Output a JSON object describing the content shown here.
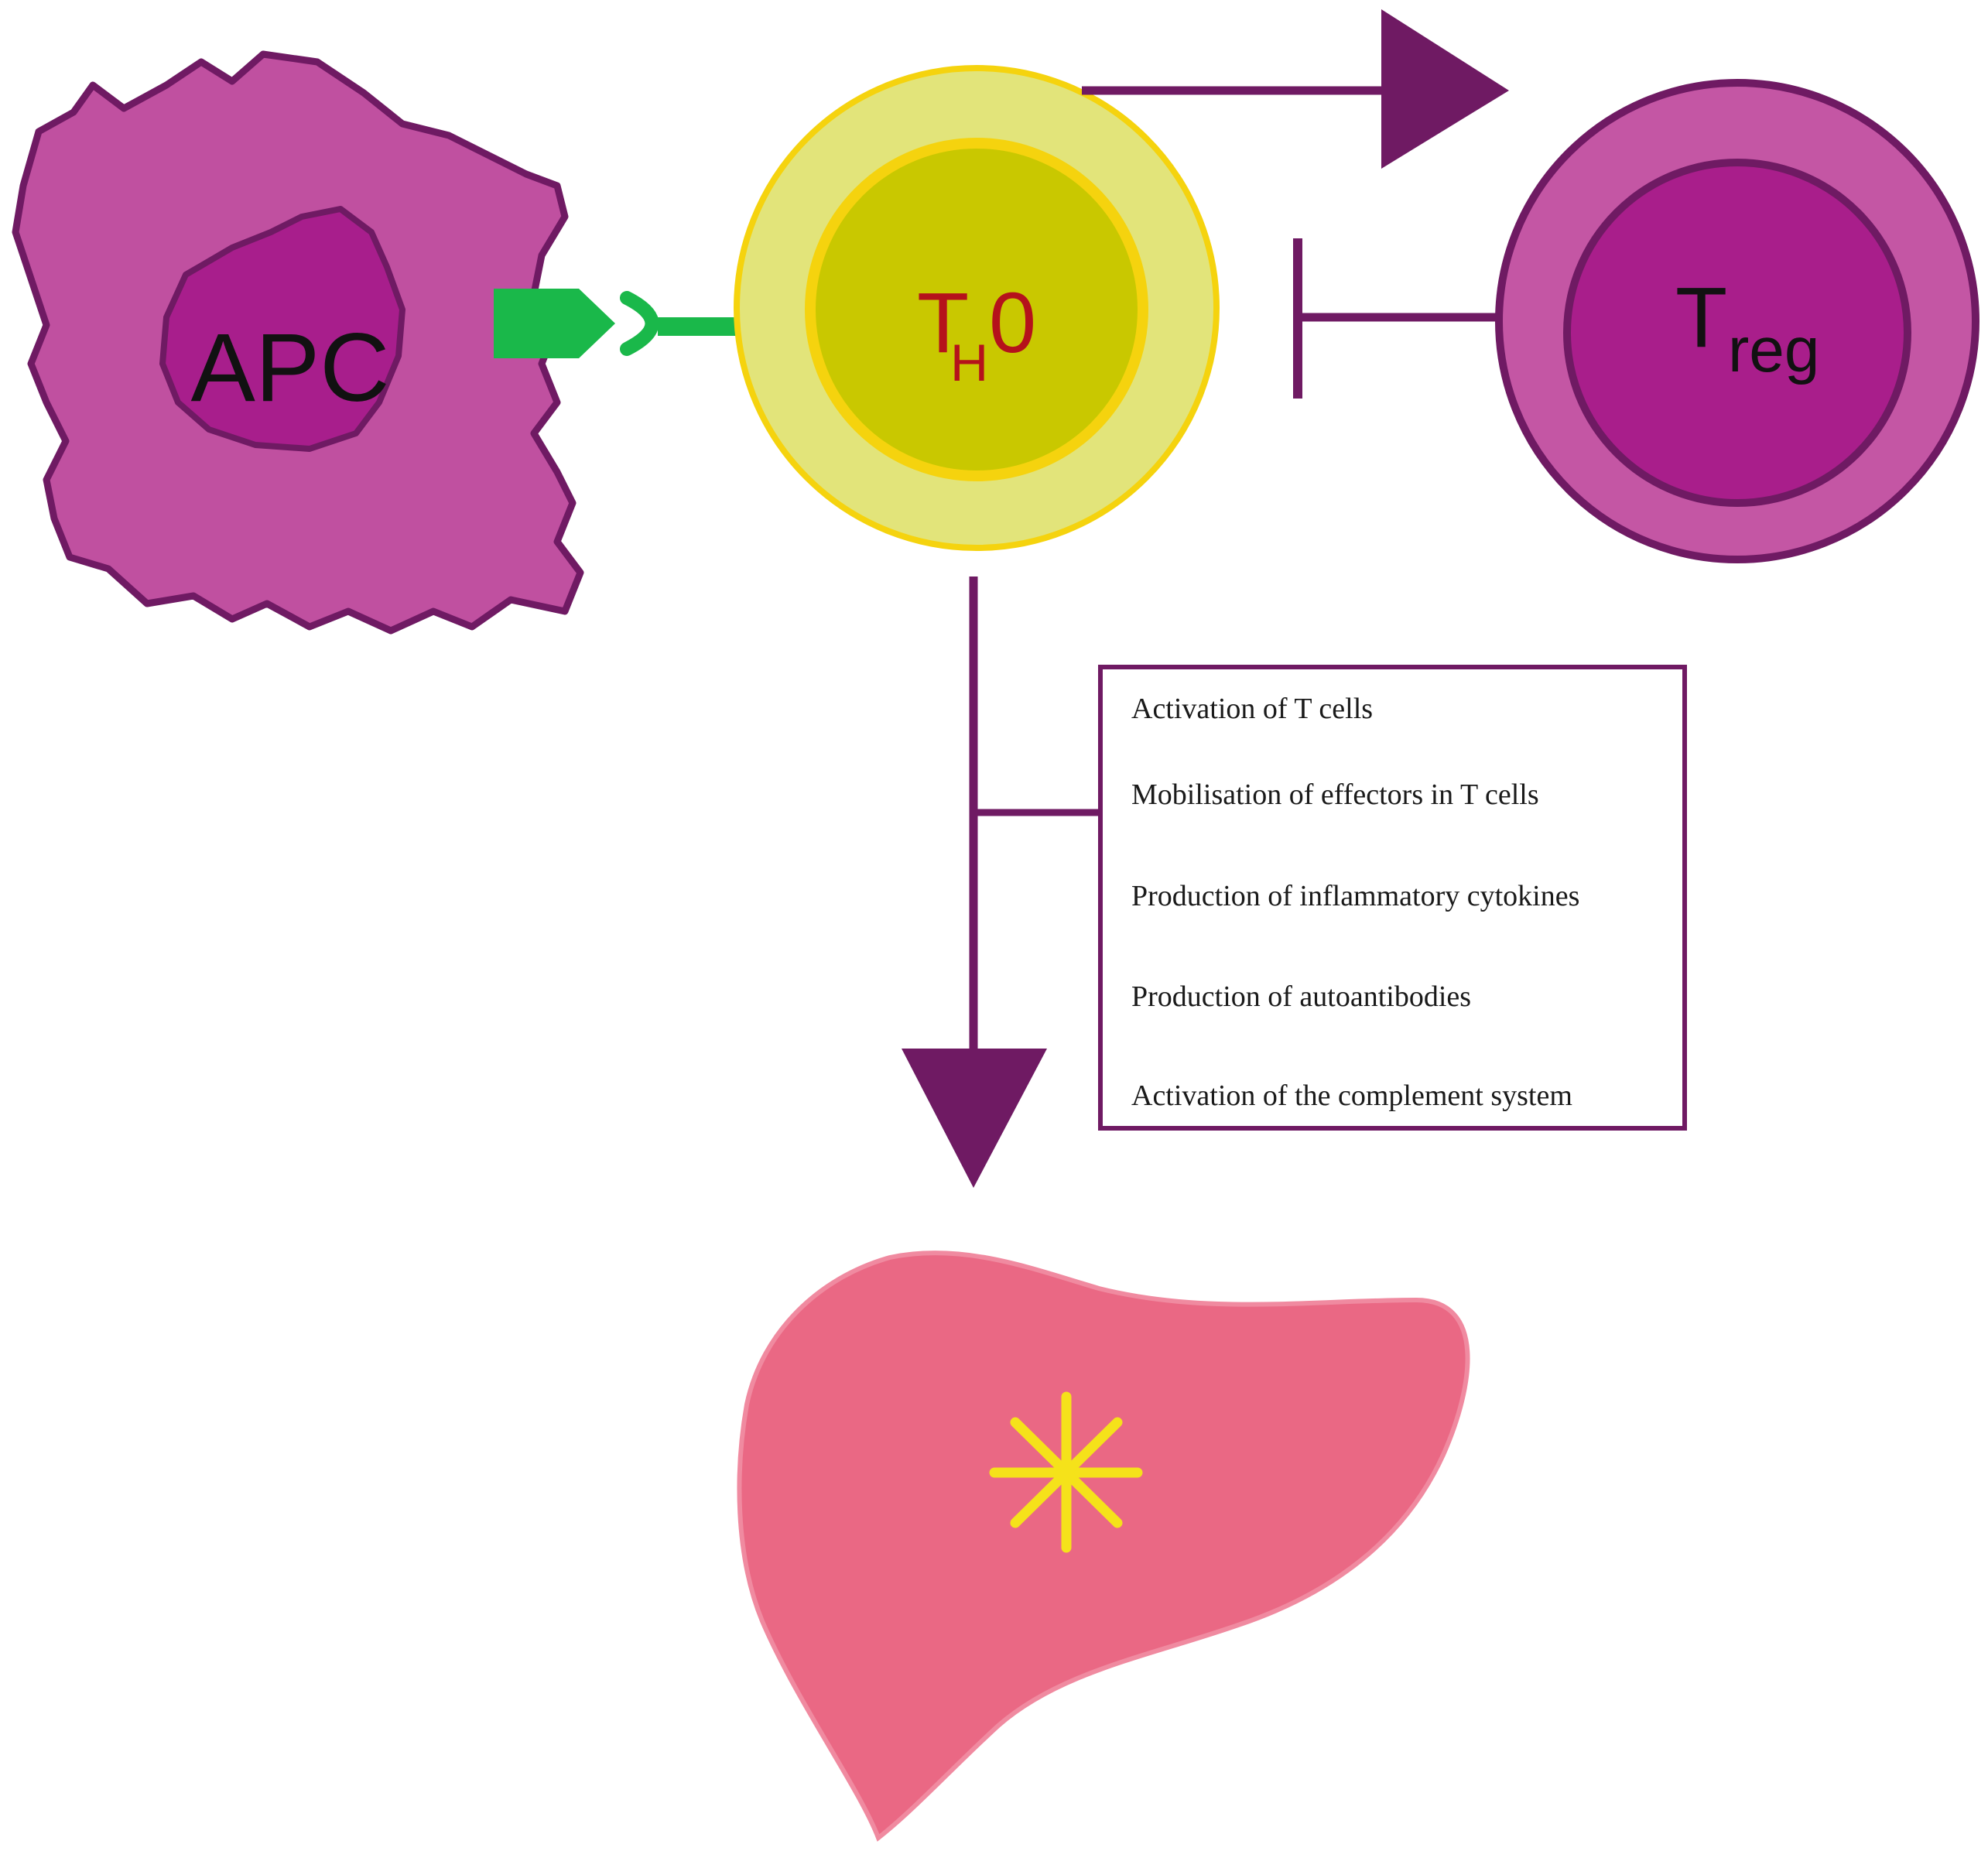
{
  "cells": {
    "apc": {
      "label": "APC"
    },
    "th0": {
      "main": "T",
      "sub": "H",
      "suffix": "0"
    },
    "treg": {
      "main": "T",
      "sub": "reg"
    }
  },
  "effects_box": {
    "items": [
      "Activation of T cells",
      "Mobilisation of effectors in T cells",
      "Production of inflammatory cytokines",
      "Production of autoantibodies",
      "Activation of the complement system"
    ]
  },
  "colors": {
    "purple_dark": "#6f1a63",
    "apc_body": "#c050a0",
    "apc_nucleus": "#a81e8c",
    "th0_outer": "#e2e47a",
    "th0_ring": "#f5d30e",
    "th0_inner": "#c9c800",
    "th0_text": "#b5121b",
    "treg_outer": "#c456a4",
    "treg_inner": "#a91e8b",
    "receptor_green": "#1ab84a",
    "liver": "#ea6884",
    "liver_edge": "#f08aa0",
    "star": "#f5e21a"
  },
  "icons": {
    "receptor": "mhc-tcr-receptor-icon",
    "liver": "liver-icon",
    "damage": "asterisk-star-icon"
  }
}
